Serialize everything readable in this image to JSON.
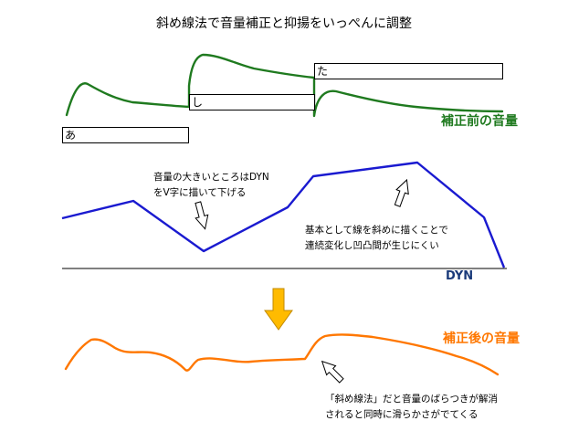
{
  "title": "斜め線法で音量補正と抑揚をいっぺんに調整",
  "phrases": [
    {
      "id": "a",
      "label": "あ"
    },
    {
      "id": "shi",
      "label": "し"
    },
    {
      "id": "ta",
      "label": "た"
    }
  ],
  "legends": {
    "before": "補正前の音量",
    "dyn": "DYN",
    "after": "補正後の音量"
  },
  "notes": {
    "note1": [
      "音量の大きいところはDYN",
      "をV字に描いて下げる"
    ],
    "note2": [
      "基本として線を斜めに描くことで",
      "連続変化し凹凸間が生じにくい"
    ],
    "note3": [
      "「斜め線法」だと音量のばらつきが解消",
      "されると同時に滑らかさがでてくる"
    ]
  },
  "colors": {
    "before": "#1f7a1f",
    "dyn": "#1a1ad0",
    "after": "#ff7700",
    "arrow": "#ffbb00"
  },
  "icons": {
    "v_arrow_down": "hollow-arrow-down-icon",
    "v_arrow_up": "hollow-arrow-up-icon",
    "after_arrow": "hollow-arrow-up-left-icon",
    "transition_arrow": "yellow-arrow-down-icon"
  }
}
